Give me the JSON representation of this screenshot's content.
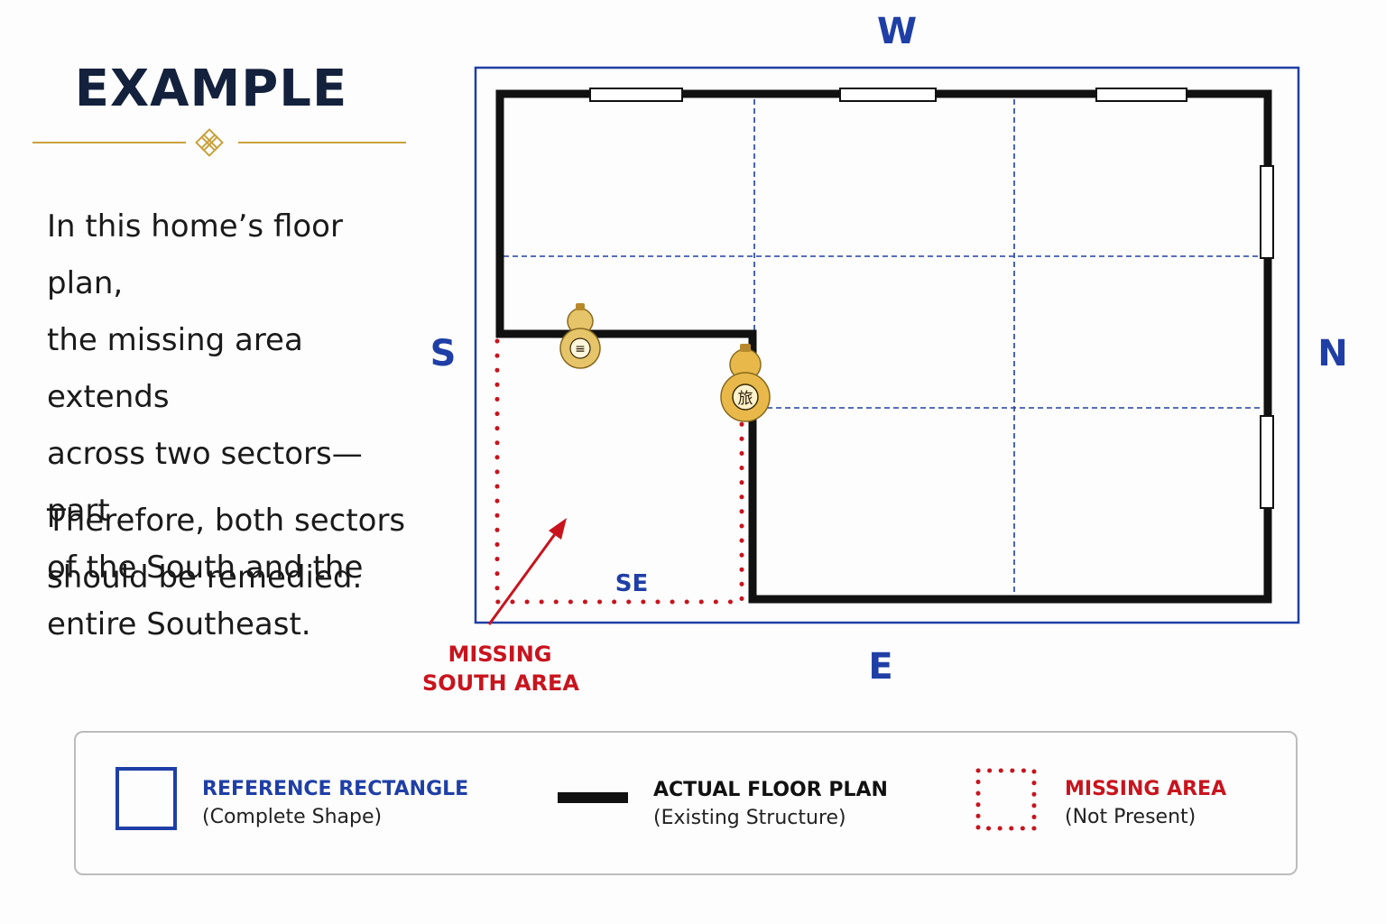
{
  "title": "EXAMPLE",
  "description": [
    "In this home’s floor plan,",
    "the missing area extends",
    "across two sectors—part",
    "of the South and the",
    "entire Southeast."
  ],
  "conclusion": [
    "Therefore, both sectors",
    "should be remedied."
  ],
  "directions": {
    "west": "W",
    "south": "S",
    "north": "N",
    "east": "E"
  },
  "sector_label": "SE",
  "missing_label": [
    "MISSING",
    "SOUTH AREA"
  ],
  "gourd_glyphs": {
    "left": "≡",
    "right": "旅"
  },
  "legend": [
    {
      "title": "REFERENCE RECTANGLE",
      "subtitle": "(Complete Shape)"
    },
    {
      "title": "ACTUAL FLOOR PLAN",
      "subtitle": "(Existing Structure)"
    },
    {
      "title": "MISSING AREA",
      "subtitle": "(Not Present)"
    }
  ],
  "colors": {
    "navy": "#14213d",
    "blue": "#1f3fa6",
    "red": "#c8141e",
    "gold": "#c9a23c",
    "wall": "#111111"
  }
}
